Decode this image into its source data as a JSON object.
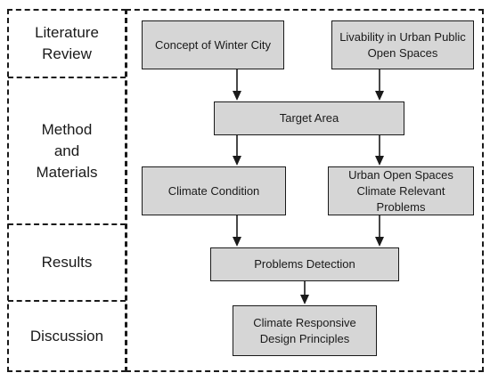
{
  "sections": {
    "literature": "Literature\nReview",
    "method": "Method\nand\nMaterials",
    "results": "Results",
    "discussion": "Discussion"
  },
  "boxes": {
    "winter_city": "Concept of Winter City",
    "livability": "Livability in Urban Public\nOpen Spaces",
    "target_area": "Target Area",
    "climate_condition": "Climate Condition",
    "urban_open_spaces": "Urban Open Spaces\nClimate Relevant Problems",
    "problems_detection": "Problems Detection",
    "design_principles": "Climate Responsive\nDesign Principles"
  }
}
